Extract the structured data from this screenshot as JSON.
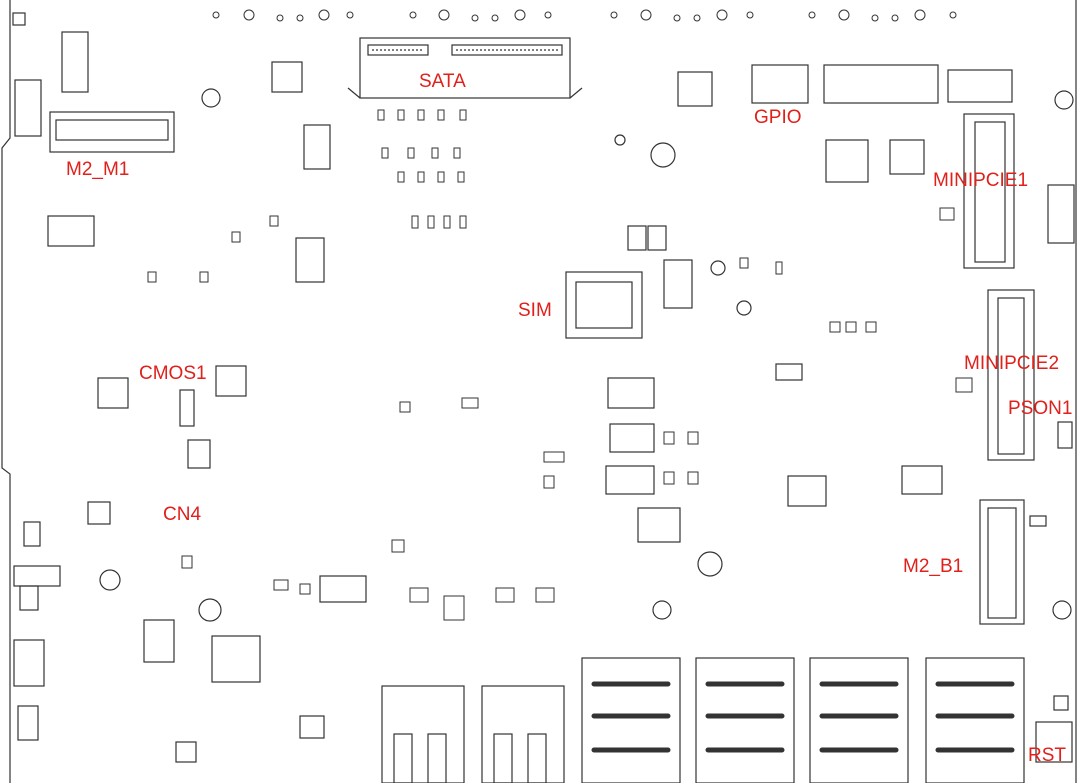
{
  "labels": {
    "sata": "SATA",
    "gpio": "GPIO",
    "m2_m1": "M2_M1",
    "minipcie1": "MINIPCIE1",
    "sim": "SIM",
    "cmos1": "CMOS1",
    "minipcie2": "MINIPCIE2",
    "pson1": "PSON1",
    "cn4": "CN4",
    "m2_b1": "M2_B1",
    "rst": "RST"
  },
  "colors": {
    "label": "#e0201b",
    "outline": "#333333"
  }
}
